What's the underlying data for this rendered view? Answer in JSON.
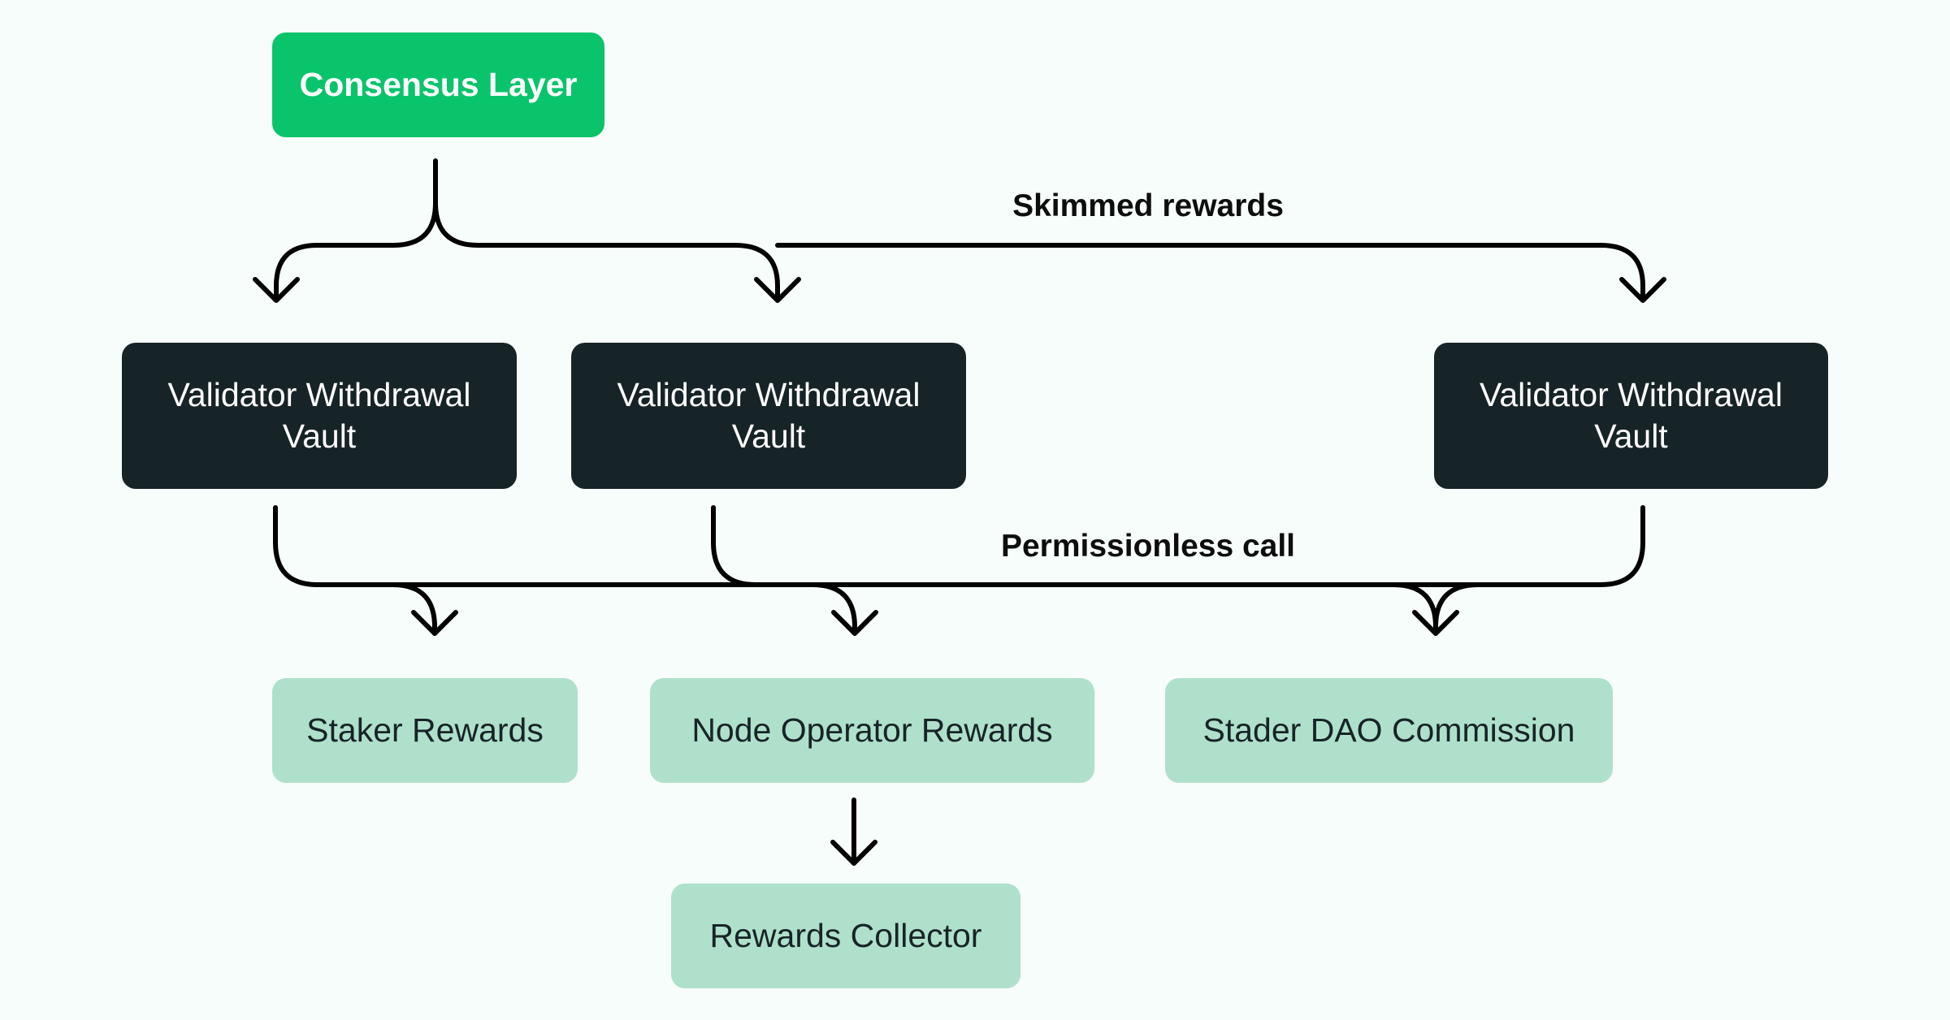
{
  "diagram": {
    "source": {
      "label": "Consensus Layer"
    },
    "vaults": [
      {
        "label": "Validator Withdrawal Vault"
      },
      {
        "label": "Validator Withdrawal Vault"
      },
      {
        "label": "Validator Withdrawal Vault"
      }
    ],
    "destinations": [
      {
        "label": "Staker Rewards"
      },
      {
        "label": "Node Operator Rewards"
      },
      {
        "label": "Stader DAO Commission"
      }
    ],
    "collector": {
      "label": "Rewards Collector"
    },
    "edge_labels": {
      "skimmed": "Skimmed rewards",
      "permissionless": "Permissionless call"
    },
    "colors": {
      "background": "#f7fdfb",
      "source_fill": "#0ac46b",
      "vault_fill": "#172427",
      "destination_fill": "#afe0cb",
      "arrow": "#000000"
    }
  }
}
